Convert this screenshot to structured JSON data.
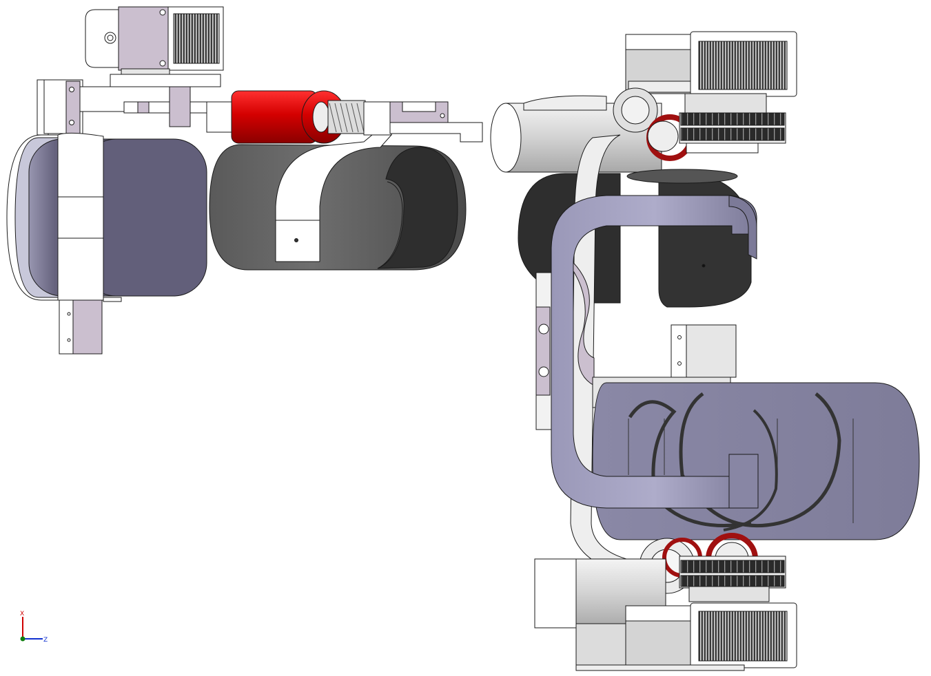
{
  "colors": {
    "outline": "#1a1a1a",
    "cuff_purple": "#66637e",
    "cuff_purple_light": "#8a87a3",
    "cuff_lavender": "#9c9ab8",
    "cuff_dark": "#4f4f4f",
    "cuff_dark_light": "#7a7a7a",
    "black_part": "#2e2e2e",
    "bracket_lilac": "#cbbfcf",
    "metal_light": "#e6e6e6",
    "metal_mid": "#bdbdbd",
    "actuator_red": "#d40000",
    "bearing_red": "#a01010",
    "white": "#ffffff"
  },
  "triad": {
    "x_label": "X",
    "z_label": "Z",
    "x_color": "#d00000",
    "z_color": "#1030d0",
    "origin_color": "#108010"
  },
  "parts": [
    {
      "name": "left-stepper-motor"
    },
    {
      "name": "left-hip-cuff"
    },
    {
      "name": "center-thigh-cuff"
    },
    {
      "name": "linear-actuator"
    },
    {
      "name": "lead-screw"
    },
    {
      "name": "connecting-link"
    },
    {
      "name": "right-knee-frame"
    },
    {
      "name": "right-upper-motor"
    },
    {
      "name": "right-lower-motor"
    },
    {
      "name": "upper-gear-rack"
    },
    {
      "name": "lower-gear-rack"
    },
    {
      "name": "shin-cuff"
    },
    {
      "name": "curved-strap"
    }
  ]
}
